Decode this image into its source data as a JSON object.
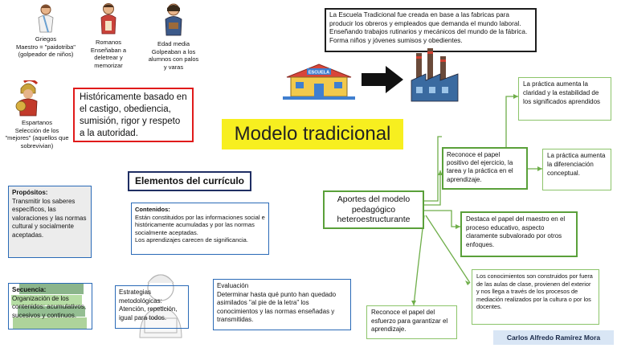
{
  "title": "Modelo tradicional",
  "figures": {
    "griegos": "Griegos\nMaestro = \"paidotriba\"\n(golpeador de niños)",
    "romanos": "Romanos\nEnseñaban a\ndeletrear y\nmemorizar",
    "edad_media": "Edad media\nGolpeaban a los\nalumnos con palos\ny varas",
    "espartanos": "Espartanos\nSelección de los\n\"mejores\" (aquellos que\nsobrevivian)"
  },
  "historic_box": "Históricamente basado en el castigo, obediencia, sumisión, rigor y respeto a la autoridad.",
  "school_box": "La Escuela Tradicional fue creada en base a las fabricas para producir los obreros y empleados que demanda el mundo laboral. Enseñando trabajos rutinarios y mecánicos del mundo de la fábrica. Forma niños y jóvenes sumisos y obedientes.",
  "school_sign": "ESCUELA",
  "curriculum_title": "Elementos del currículo",
  "propositos": {
    "label": "Propósitos:",
    "text": "Transmitir los saberes específicos, las valoraciones y las normas cultural y socialmente aceptadas."
  },
  "contenidos": {
    "label": "Contenidos:",
    "text": "Están constituidos por las informaciones social e históricamente acumuladas y por las normas socialmente aceptadas.\nLos aprendizajes carecen de significancia."
  },
  "secuencia": {
    "label": "Secuencia:",
    "text": "Organización de los contenidos: acumulativos, sucesivos y continuos."
  },
  "estrategias": {
    "label": "Estrategias metodológicas:",
    "text": "Atención, repetición, igual para todos."
  },
  "evaluacion": {
    "label": "Evaluación",
    "text": "Determinar hasta qué punto han quedado asimilados \"al pie de la letra\" los conocimientos y las normas enseñadas y transmitidas."
  },
  "aportes": "Aportes del modelo pedagógico heteroestructurante",
  "papel_positivo": "Reconoce el papel positivo del ejercicio, la tarea y la práctica en el aprendizaje.",
  "practica_claridad": "La práctica aumenta la claridad y la estabilidad de los significados aprendidos",
  "practica_diferenciacion": "La práctica aumenta la diferenciación conceptual.",
  "papel_maestro": "Destaca el papel del maestro en el proceso educativo, aspecto claramente subvalorado por otros enfoques.",
  "conocimientos": "Los conocimientos son construidos por fuera de las aulas de clase, provienen del exterior y nos llega a través de los procesos de mediación realizados por la cultura o por los docentes.",
  "esfuerzo": "Reconoce el papel del esfuerzo para garantizar el aprendizaje.",
  "author": "Carlos Alfredo Ramírez Mora",
  "colors": {
    "title_bg": "#f7ef1f",
    "historic_border": "#e01a1a",
    "blue_border": "#2a6ab7",
    "navy_border": "#1f2e63",
    "green_border": "#5aa03a",
    "author_bg": "#d9e6f5"
  },
  "icons": [
    "greek-figure-icon",
    "roman-figure-icon",
    "medieval-figure-icon",
    "spartan-figure-icon",
    "school-icon",
    "arrow-right-icon",
    "factory-icon",
    "books-icon",
    "student-icon"
  ]
}
